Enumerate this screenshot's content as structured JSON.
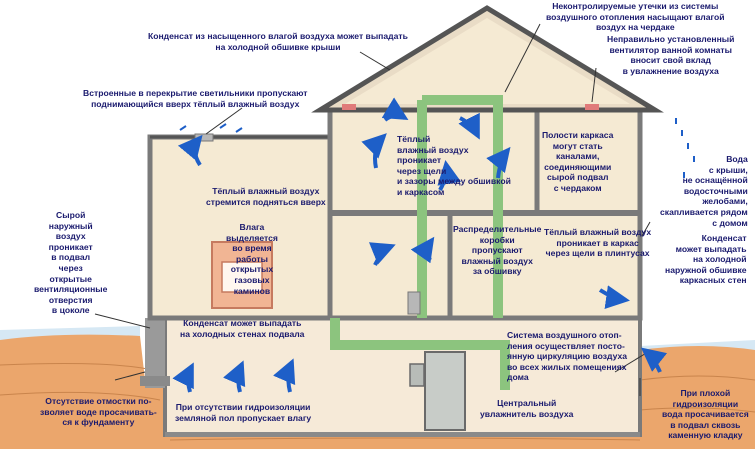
{
  "colors": {
    "ground": "#eba66c",
    "interior": "#f7ead2",
    "wall": "#8a8a8a",
    "duct": "#9ccf8f",
    "water": "#cfe4f2",
    "arrow": "#1e5fc8",
    "text": "#1a1a6e"
  },
  "labels": {
    "roof_condensate": "Конденсат из насыщенного влагой воздуха может выпадать\nна холодной обшивке крыши",
    "heating_leaks": "Неконтролируемые утечки из системы\nвоздушного отопления насыщают влагой\nвоздух на чердаке",
    "bath_fan": "Неправильно установленный\nвентилятор ванной комнаты\nвносит свой вклад\nв увлажнение воздуха",
    "ceiling_lights": "Встроенные в перекрытие светильники пропускают\nподнимающийся вверх тёплый влажный воздух",
    "warm_air_rises": "Тёплый влажный воздух\nстремится подняться вверх",
    "warm_air_gaps": "Тёплый\nвлажный воздух\nпроникает\nчерез щели\nи зазоры между обшивкой\nи каркасом",
    "frame_cavities": "Полости каркаса\nмогут стать\nканалами,\nсоединяющими\nсырой подвал\nс чердаком",
    "roof_water": "Вода\nс крыши,\nне оснащённой\nводосточными\nжелобами,\nскапливается рядом\nс домом",
    "outside_air": "Сырой\nнаружный\nвоздух\nпроникает\nв подвал\nчерез\nоткрытые\nвентиляционные\nотверстия\nв цоколе",
    "fireplace": "Влага\nвыделяется\nво время\nработы\nоткрытых\nгазовых\nкаминов",
    "distribution_boxes": "Распределительные\nкоробки\nпропускают\nвлажный воздух\nза обшивку",
    "baseboard": "Тёплый влажный воздух\nпроникает в каркас\nчерез щели в плинтусах",
    "siding_condensate": "Конденсат\nможет выпадать\nна холодной\nнаружной обшивке\nкаркасных стен",
    "basement_walls": "Конденсат может выпадать\nна холодных стенах подвала",
    "air_system": "Система воздушного отоп-\nления осуществляет посто-\nянную циркуляцию воздуха\nво всех жилых помещениях\nдома",
    "humidifier": "Центральный\nувлажнитель воздуха",
    "no_blind_area": "Отсутствие отмостки по-\nзволяет воде просачивать-\nся к фундаменту",
    "no_waterproofing": "При отсутствии гидроизоляции\nземляной пол пропускает влагу",
    "poor_waterproofing": "При плохой\nгидроизоляции\nвода просачивается\nв подвал сквозь\nкаменную кладку"
  }
}
